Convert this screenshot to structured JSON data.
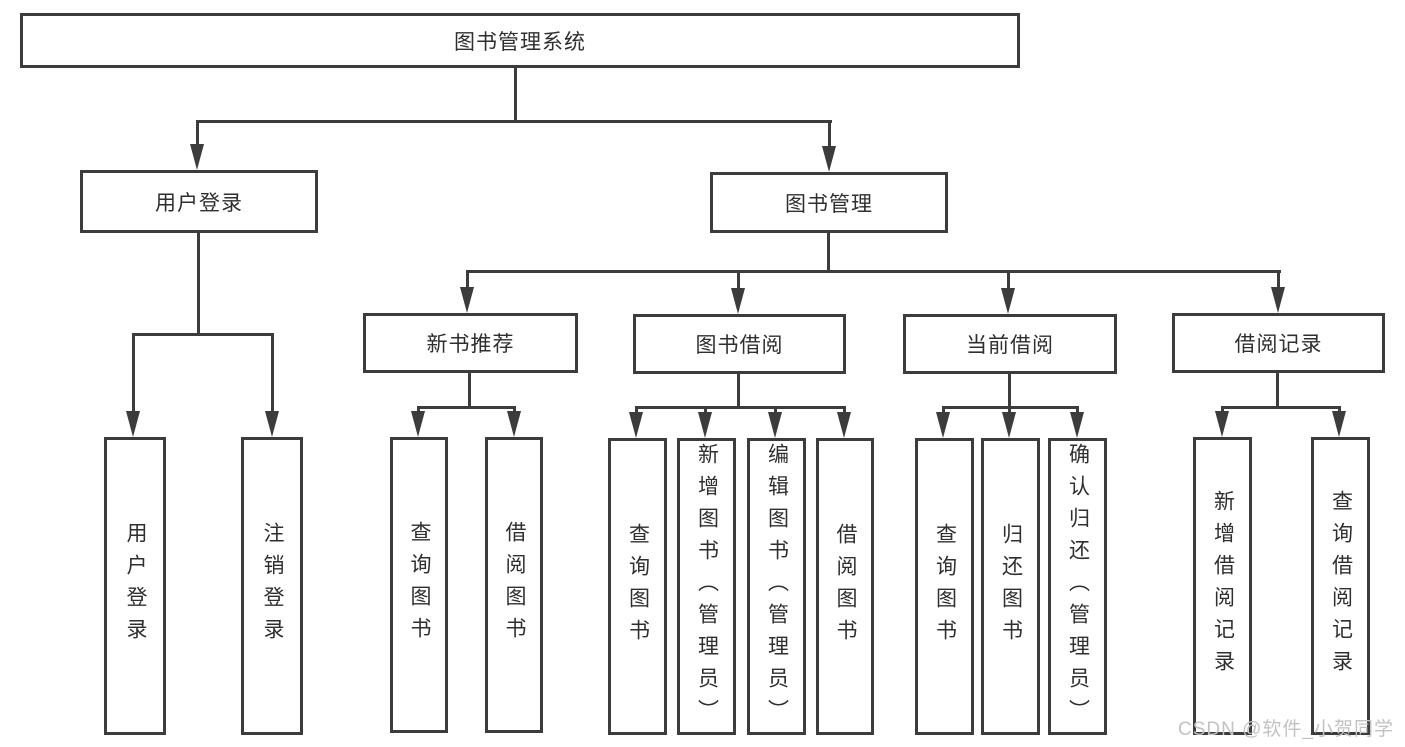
{
  "nodes": {
    "root": "图书管理系统",
    "user_login_module": "用户登录",
    "book_mgmt_module": "图书管理",
    "new_book_rec": "新书推荐",
    "book_borrow": "图书借阅",
    "current_borrow": "当前借阅",
    "borrow_record": "借阅记录",
    "leaf_user_login": "用户登录",
    "leaf_user_logout": "注销登录",
    "leaf_new_query": "查询图书",
    "leaf_new_borrow": "借阅图书",
    "leaf_bb_query": "查询图书",
    "leaf_bb_add": "新增图书（管理员）",
    "leaf_bb_edit": "编辑图书（管理员）",
    "leaf_bb_borrow": "借阅图书",
    "leaf_cb_query": "查询图书",
    "leaf_cb_return": "归还图书",
    "leaf_cb_confirm": "确认归还（管理员）",
    "leaf_br_add": "新增借阅记录",
    "leaf_br_query": "查询借阅记录"
  },
  "hierarchy": {
    "图书管理系统": {
      "用户登录": [
        "用户登录",
        "注销登录"
      ],
      "图书管理": {
        "新书推荐": [
          "查询图书",
          "借阅图书"
        ],
        "图书借阅": [
          "查询图书",
          "新增图书（管理员）",
          "编辑图书（管理员）",
          "借阅图书"
        ],
        "当前借阅": [
          "查询图书",
          "归还图书",
          "确认归还（管理员）"
        ],
        "借阅记录": [
          "新增借阅记录",
          "查询借阅记录"
        ]
      }
    }
  },
  "watermark": "CSDN @软件_小贺同学",
  "colors": {
    "line": "#3c3c3c",
    "text": "#2f2f2f",
    "watermark": "#c2c2c2",
    "background": "#ffffff"
  }
}
